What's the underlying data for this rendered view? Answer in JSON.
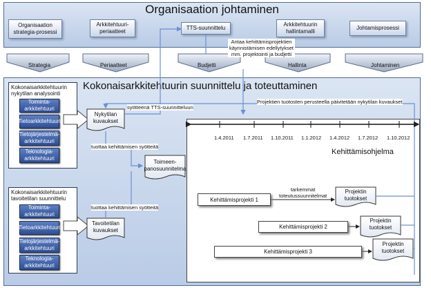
{
  "top": {
    "title": "Organisaation johtaminen",
    "boxes": [
      "Organisaation strategia-prosessi",
      "Arkkitehtuuri-periaatteet",
      "TTS-suunnittelu",
      "Arkkitehtuurin hallintamalli",
      "Johtamisprosessi"
    ],
    "note_lines": [
      "Antaa kehittämisprojektien",
      "käynnistämisen edellytykset",
      "mm. projektointi ja budjetti"
    ]
  },
  "arrows": [
    "Strategia",
    "Periaatteet",
    "Budjetti",
    "Hallinta",
    "Johtaminen"
  ],
  "main": {
    "title": "Kokonaisarkkitehtuurin suunnittelu ja toteuttaminen",
    "feedback_label": "Projektien tuotosten perusteella päivitetään nykytilan kuvaukset",
    "current_group": {
      "title_lines": [
        "Kokonaisarkkitehtuurin",
        "nykytilan analysointi"
      ],
      "items": [
        "Toiminta-arkkitehtuuri",
        "Tietoarkkitehtuuri",
        "Tietojärjestelmä-arkkitehtuuri",
        "Teknologia-arkkitehtuuri"
      ]
    },
    "target_group": {
      "title_lines": [
        "Kokonaisarkkitehtuurin",
        "tavoitetilan suunnittelu"
      ],
      "items": [
        "Toiminta-arkkitehtuuri",
        "Tietoarkkitehtuuri",
        "Tietojärjestelmä-arkkitehtuuri",
        "Teknologia-arkkitehtuuri"
      ]
    },
    "docs": {
      "current": "Nykytilan kuvaukset",
      "target": "Tavoitetilan kuvaukset",
      "plan": "Toimeen-panosuunnitelma"
    },
    "labels": {
      "feeds_tts": "syötteenä TTS-suunnitteluun",
      "dev_input_1": "tuottaa kehittämisen syötteitä",
      "dev_input_2": "tuottaa kehittämisen syötteitä",
      "detailed_plans_lines": [
        "tarkemmat",
        "toteutussuunnitelmat"
      ]
    },
    "program": {
      "title": "Kehittämisohjelma",
      "timeline": [
        "1.4.2011",
        "1.7.2011",
        "1.10.2011",
        "1.1.2012",
        "1.4.2012",
        "1.7.2012",
        "1.10.2012"
      ],
      "projects": [
        "Kehittämisprojekti 1",
        "Kehittämisprojekti 2",
        "Kehittämisprojekti 3"
      ],
      "outputs": [
        "Projektin tuotokset",
        "Projektin tuotokset",
        "Projektin tuotokset"
      ]
    }
  },
  "colors": {
    "panel": "#c8d6ec",
    "dark_box": "#3b5ca8",
    "line": "#6a8fd1"
  }
}
